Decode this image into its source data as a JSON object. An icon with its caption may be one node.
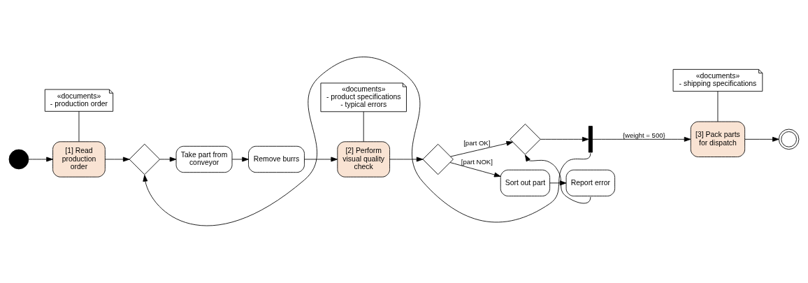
{
  "diagram": {
    "nodes": [
      {
        "text": [],
        "shape": "circle"
      },
      {
        "text": [
          "«documents»",
          "- production order"
        ]
      },
      {
        "text": [
          "[1] Read production order"
        ]
      },
      {
        "text": [],
        "shape": "diamond"
      },
      {
        "text": [
          "Take part from conveyor"
        ]
      },
      {
        "text": [
          "Remove burrs"
        ]
      },
      {
        "text": [
          "«documents»",
          "- product specifications",
          "- typical errors"
        ]
      },
      {
        "text": [
          "[2] Perform visual quality check"
        ]
      },
      {
        "text": [],
        "shape": "diamond"
      },
      {
        "text": [],
        "shape": "diamond"
      },
      {
        "text": [
          "Sort out part"
        ]
      },
      {
        "text": [
          "Report error"
        ]
      },
      {
        "text": [],
        "shape": "bar"
      },
      {
        "text": [
          "«documents»",
          "- shipping specifications"
        ]
      },
      {
        "text": [
          "[3] Pack parts for dispatch"
        ]
      },
      {
        "text": [],
        "shape": "circle"
      }
    ],
    "edges": [
      {
        "from": 0,
        "to": 2,
        "arrow": "to"
      },
      {
        "from": 1,
        "to": 2,
        "arrow": "none"
      },
      {
        "from": 2,
        "to": 3,
        "arrow": "to"
      },
      {
        "from": 3,
        "to": 4,
        "arrow": "to"
      },
      {
        "from": 4,
        "to": 5,
        "arrow": "to"
      },
      {
        "from": 5,
        "to": 7,
        "arrow": "to"
      },
      {
        "from": 6,
        "to": 7,
        "arrow": "none"
      },
      {
        "from": 7,
        "to": 8,
        "arrow": "to"
      },
      {
        "from": 8,
        "to": 9,
        "arrow": "to",
        "label": "[part OK]"
      },
      {
        "from": 8,
        "to": 10,
        "arrow": "to",
        "label": "[part NOK]"
      },
      {
        "from": 10,
        "to": 11,
        "arrow": "to"
      },
      {
        "from": 11,
        "to": 9,
        "arrow": "to"
      },
      {
        "from": 9,
        "to": 12,
        "arrow": "to"
      },
      {
        "from": 12,
        "to": 14,
        "arrow": "to",
        "label": "{weight = 500}"
      },
      {
        "from": 13,
        "to": 14,
        "arrow": "none"
      },
      {
        "from": 14,
        "to": 15,
        "arrow": "to"
      },
      {
        "from": 12,
        "to": 3,
        "arrow": "to"
      }
    ]
  }
}
